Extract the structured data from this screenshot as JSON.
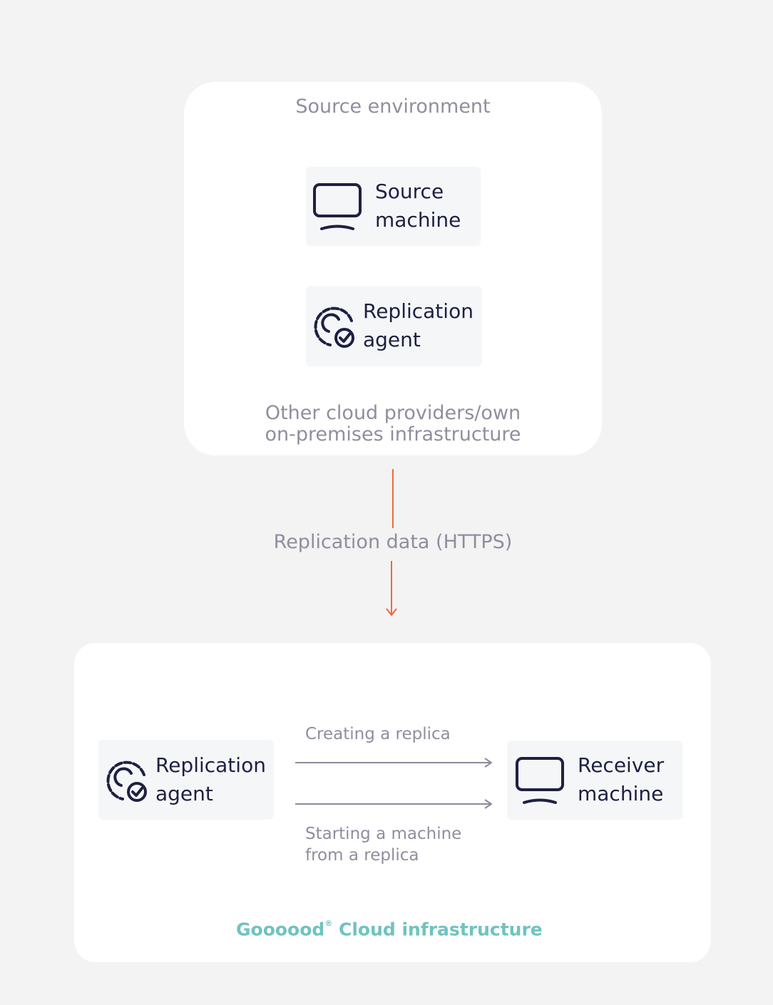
{
  "source_env": {
    "title": "Source environment",
    "source_machine": {
      "line1": "Source",
      "line2": "machine",
      "icon": "monitor-icon"
    },
    "replication_agent": {
      "line1": "Replication",
      "line2": "agent",
      "icon": "gear-check-icon"
    },
    "footer_line1": "Other cloud providers/own",
    "footer_line2": "on-premises infrastructure"
  },
  "transfer": {
    "label": "Replication data (HTTPS)",
    "accent_color": "#f06a35"
  },
  "cloud": {
    "replication_agent": {
      "line1": "Replication",
      "line2": "agent",
      "icon": "gear-check-icon"
    },
    "receiver_machine": {
      "line1": "Receiver",
      "line2": "machine",
      "icon": "monitor-icon"
    },
    "arrow1_label": "Creating a replica",
    "arrow2_label_line1": "Starting a machine",
    "arrow2_label_line2": "from a replica",
    "brand": "Goooood",
    "brand_mark": "®",
    "brand_rest": " Cloud infrastructure",
    "brand_color": "#6fc3c0"
  }
}
